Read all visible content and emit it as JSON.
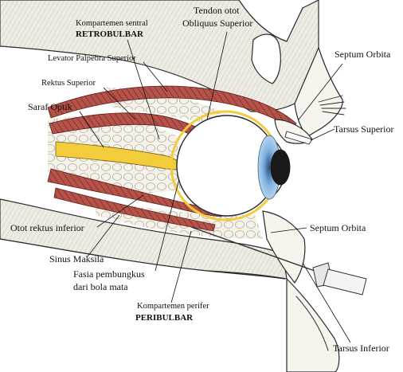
{
  "labels": {
    "retrobulbar_heading": "Kompartemen sentral",
    "retrobulbar_name": "RETROBULBAR",
    "tendon_line1": "Tendon otot",
    "tendon_line2": "Obliquus Superior",
    "septum_orbita_top": "Septum Orbita",
    "levator": "Levator Palpebra Superior",
    "rektus_superior": "Rektus Superior",
    "saraf_optik": "Saraf Optik",
    "tarsus_superior": "Tarsus Superior",
    "otot_rektus_inferior": "Otot rektus inferior",
    "septum_orbita_bottom": "Septum Orbita",
    "sinus_maksila": "Sinus Maksila",
    "fasia_line1": "Fasia pembungkus",
    "fasia_line2": "dari bola mata",
    "peribulbar_heading": "Kompartemen perifer",
    "peribulbar_name": "PERIBULBAR",
    "tarsus_inferior": "Tarsus Inferior"
  },
  "colors": {
    "muscle": "#b5524a",
    "muscle_stripe": "#7a2a24",
    "optic_nerve": "#f2cc3a",
    "fat": "#f3f0e8",
    "bone": "#ece9e1",
    "iris": "#7fb2e0",
    "ink": "#111111"
  }
}
